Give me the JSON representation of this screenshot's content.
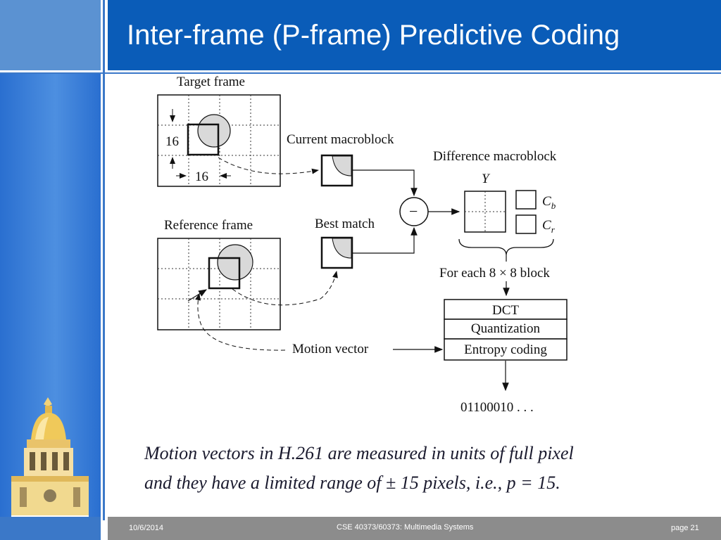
{
  "slide": {
    "title": "Inter-frame (P-frame) Predictive Coding",
    "caption_line1": "Motion vectors in H.261 are measured in units of full pixel",
    "caption_line2": "and they have a limited range of ± 15 pixels, i.e., p = 15."
  },
  "diagram": {
    "target_frame_label": "Target frame",
    "reference_frame_label": "Reference frame",
    "dim_vertical": "16",
    "dim_horizontal": "16",
    "current_macroblock_label": "Current macroblock",
    "best_match_label": "Best match",
    "minus_symbol": "−",
    "difference_macroblock_label": "Difference macroblock",
    "y_label": "Y",
    "cb_label": "C",
    "cb_sub": "b",
    "cr_label": "C",
    "cr_sub": "r",
    "for_each_label": "For each 8 × 8 block",
    "dct_label": "DCT",
    "quantization_label": "Quantization",
    "entropy_label": "Entropy coding",
    "motion_vector_label": "Motion vector",
    "output_bits": "01100010 . . ."
  },
  "footer": {
    "date": "10/6/2014",
    "course": "CSE 40373/60373: Multimedia Systems",
    "page": "page 21"
  },
  "colors": {
    "title_bar": "#0a5cb8",
    "sidebar": "#4d8fe0",
    "footer": "#8c8c8c"
  },
  "icons": {
    "logo": "golden-dome-icon"
  }
}
